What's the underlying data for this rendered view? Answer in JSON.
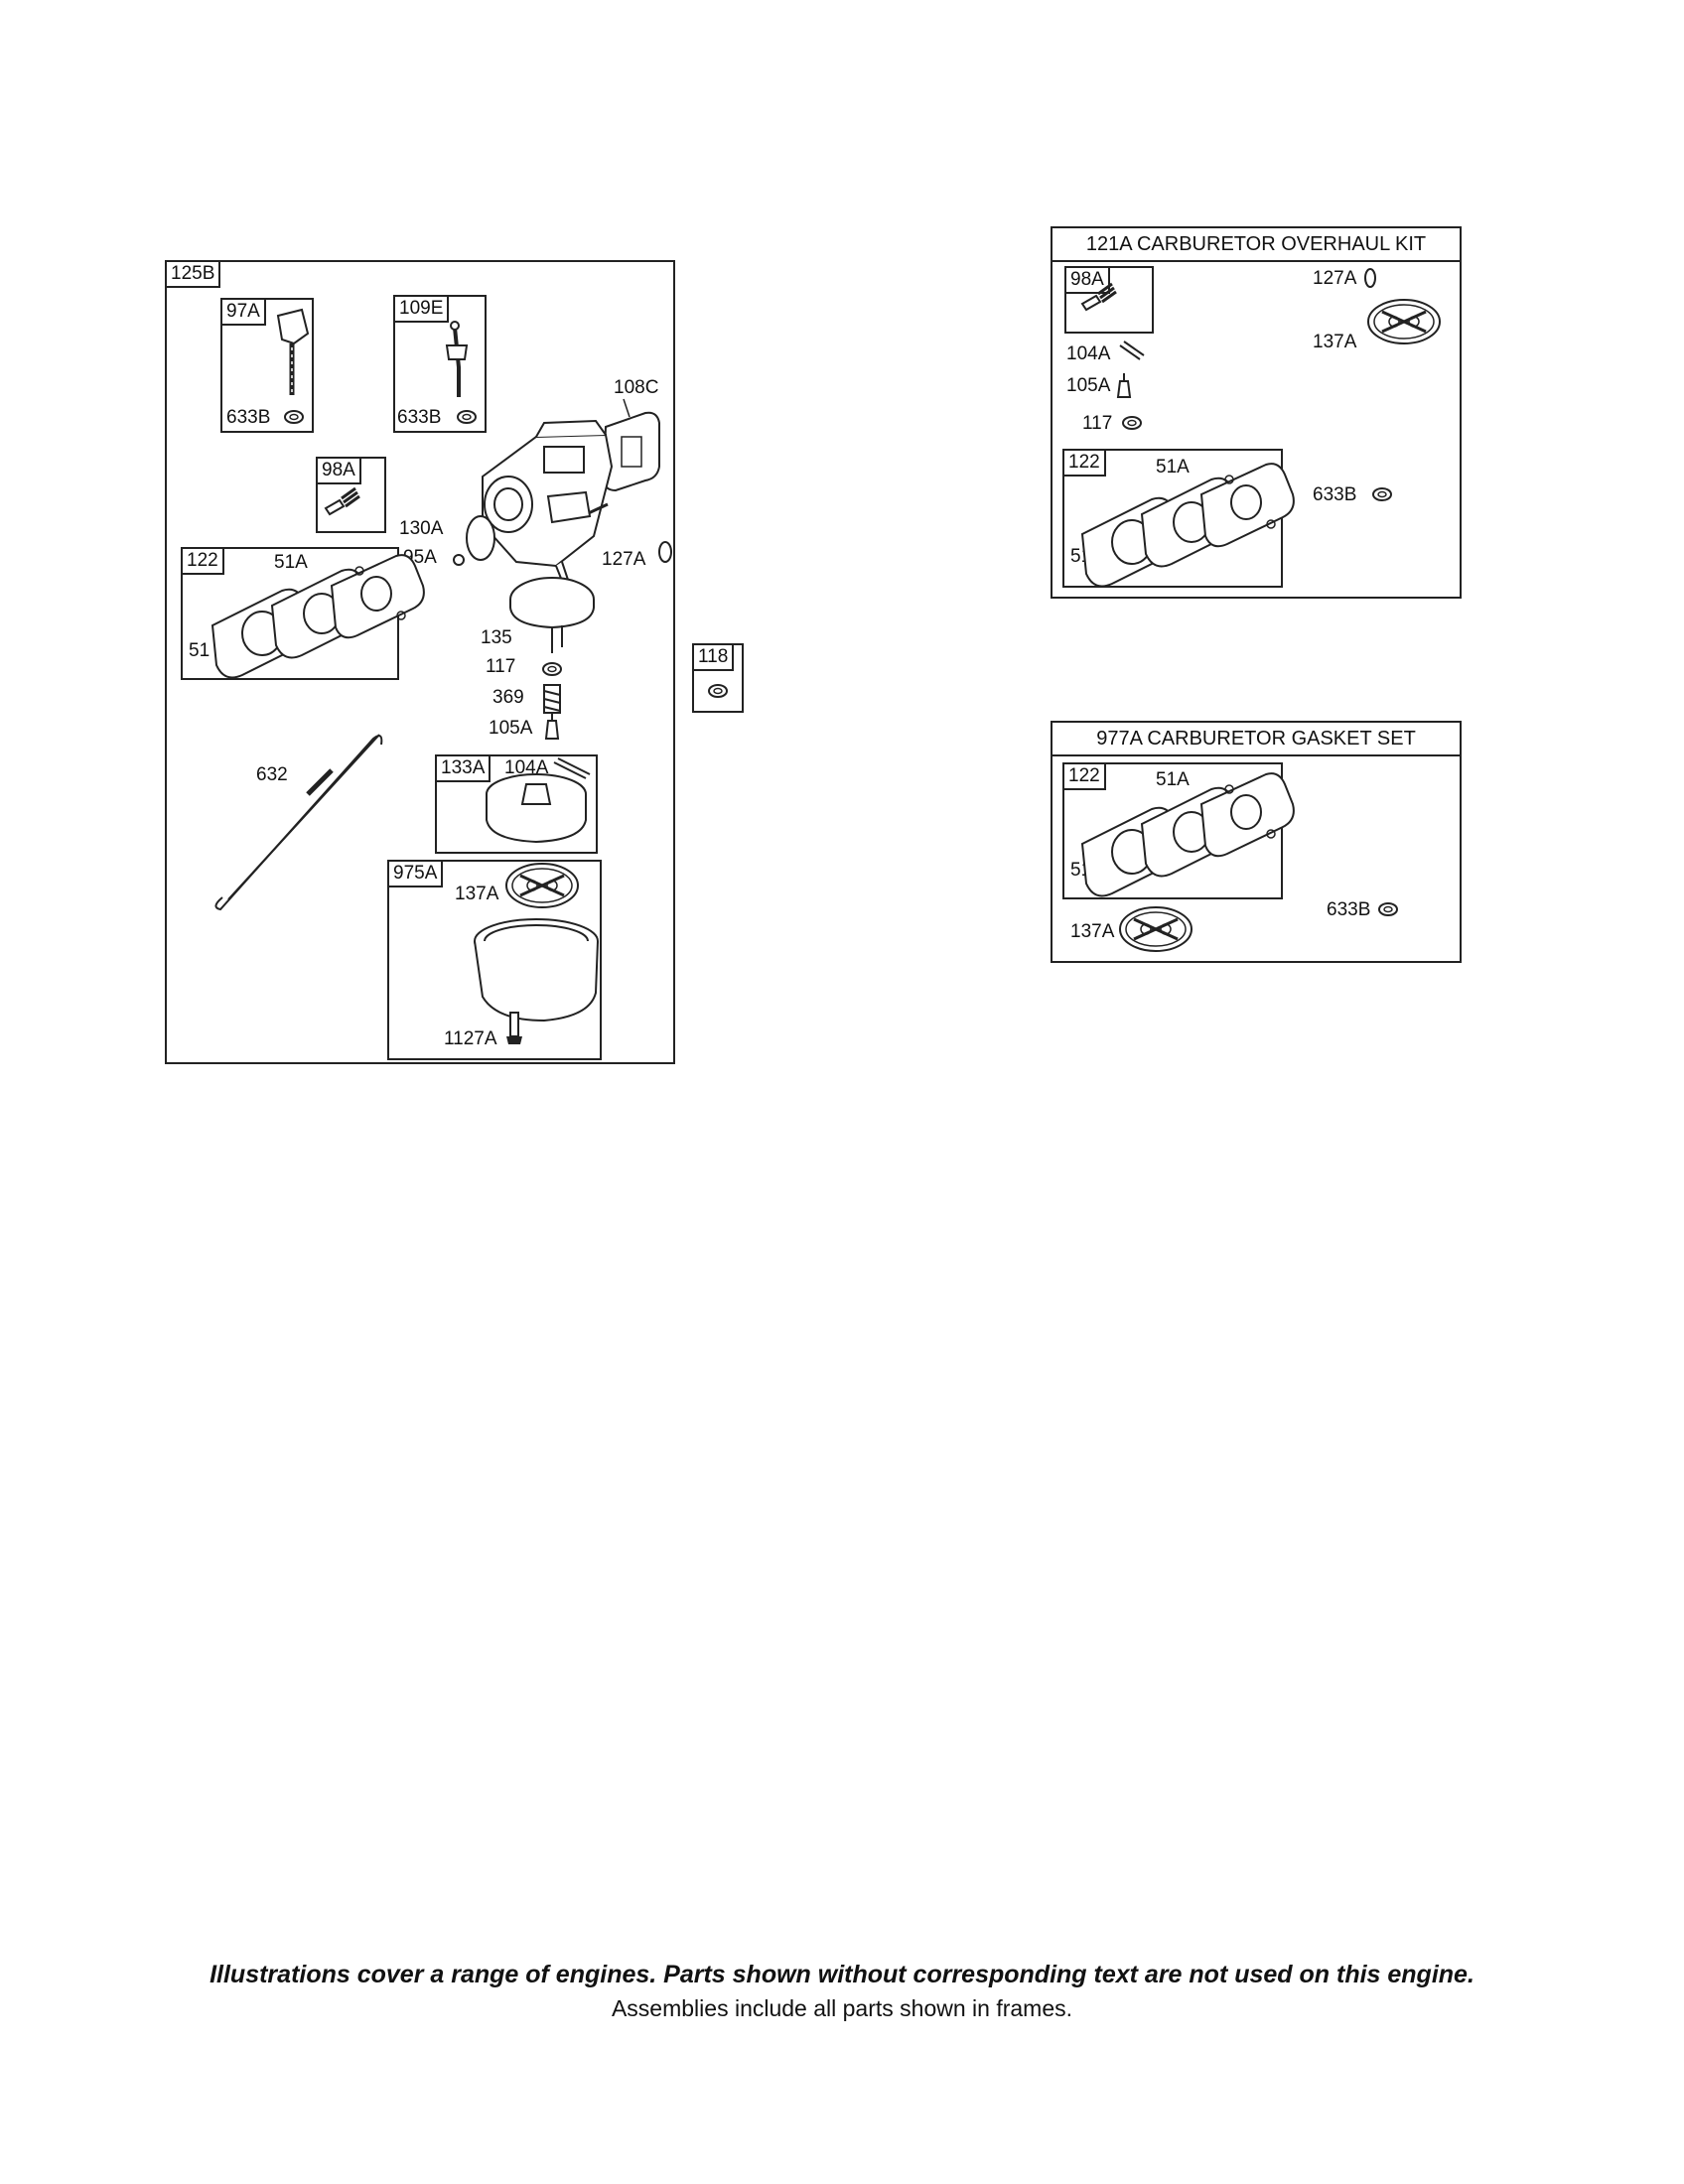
{
  "main_assembly": {
    "tag": "125B",
    "sub_97A": {
      "tag": "97A",
      "washer": "633B"
    },
    "sub_109E": {
      "tag": "109E",
      "washer": "633B"
    },
    "sub_98A": {
      "tag": "98A"
    },
    "sub_122": {
      "tag": "122",
      "gasket_a": "51A",
      "gasket_b": "51"
    },
    "sub_133A": {
      "tag": "133A",
      "pin": "104A"
    },
    "sub_975A": {
      "tag": "975A",
      "gasket": "137A",
      "screw": "1127A"
    },
    "labels": {
      "gasket_108C": "108C",
      "part_130A": "130A",
      "part_95A": "95A",
      "oring_127A": "127A",
      "plate_135": "135",
      "part_117": "117",
      "spring_369": "369",
      "needle_105A": "105A",
      "link_632": "632"
    }
  },
  "part_118": {
    "tag": "118"
  },
  "overhaul_kit": {
    "title": "121A CARBURETOR OVERHAUL KIT",
    "sub_98A": {
      "tag": "98A"
    },
    "oring": "127A",
    "gasket": "137A",
    "pin": "104A",
    "needle": "105A",
    "part_117": "117",
    "sub_122": {
      "tag": "122",
      "gasket_a": "51A",
      "gasket_b": "51"
    },
    "washer": "633B"
  },
  "gasket_set": {
    "title": "977A CARBURETOR GASKET SET",
    "sub_122": {
      "tag": "122",
      "gasket_a": "51A",
      "gasket_b": "51"
    },
    "washer": "633B",
    "gasket": "137A"
  },
  "footer": {
    "line1": "Illustrations cover a range of engines. Parts shown without corresponding text are not used on this engine.",
    "line2": "Assemblies include all parts shown in frames."
  }
}
